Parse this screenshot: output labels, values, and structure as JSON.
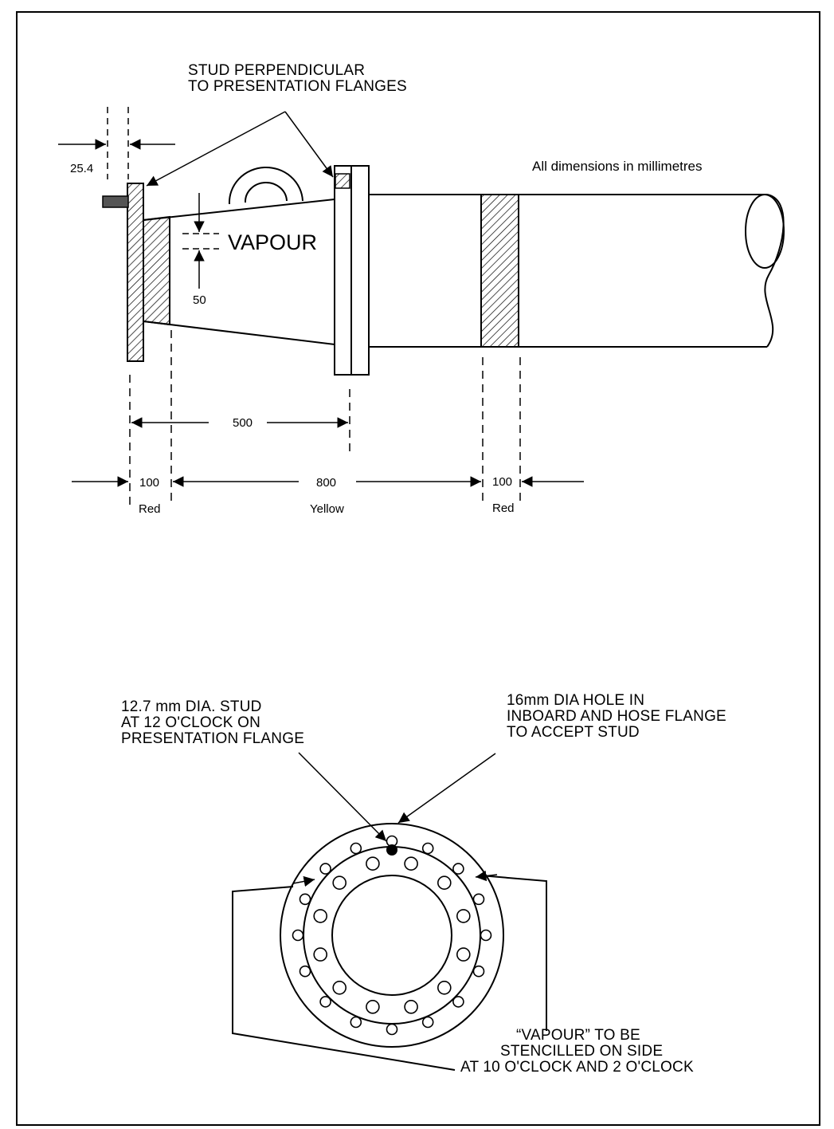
{
  "top_view": {
    "stud_note_line1": "STUD PERPENDICULAR",
    "stud_note_line2": "TO PRESENTATION FLANGES",
    "units_note": "All dimensions in millimetres",
    "vapour_label": "VAPOUR",
    "dim_stud": "25.4",
    "dim_band_height": "50",
    "dim_flange_distance": "500",
    "band_left_width": "100",
    "band_left_color": "Red",
    "band_middle_width": "800",
    "band_middle_color": "Yellow",
    "band_right_width": "100",
    "band_right_color": "Red"
  },
  "end_view": {
    "stud_note_line1": "12.7 mm DIA. STUD",
    "stud_note_line2": "AT 12 O'CLOCK ON",
    "stud_note_line3": "PRESENTATION FLANGE",
    "hole_note_line1": "16mm DIA HOLE IN",
    "hole_note_line2": "INBOARD AND HOSE FLANGE",
    "hole_note_line3": "TO ACCEPT STUD",
    "stencil_note_line1": "“VAPOUR” TO BE",
    "stencil_note_line2": "STENCILLED ON SIDE",
    "stencil_note_line3": "AT 10 O'CLOCK AND 2 O'CLOCK"
  }
}
